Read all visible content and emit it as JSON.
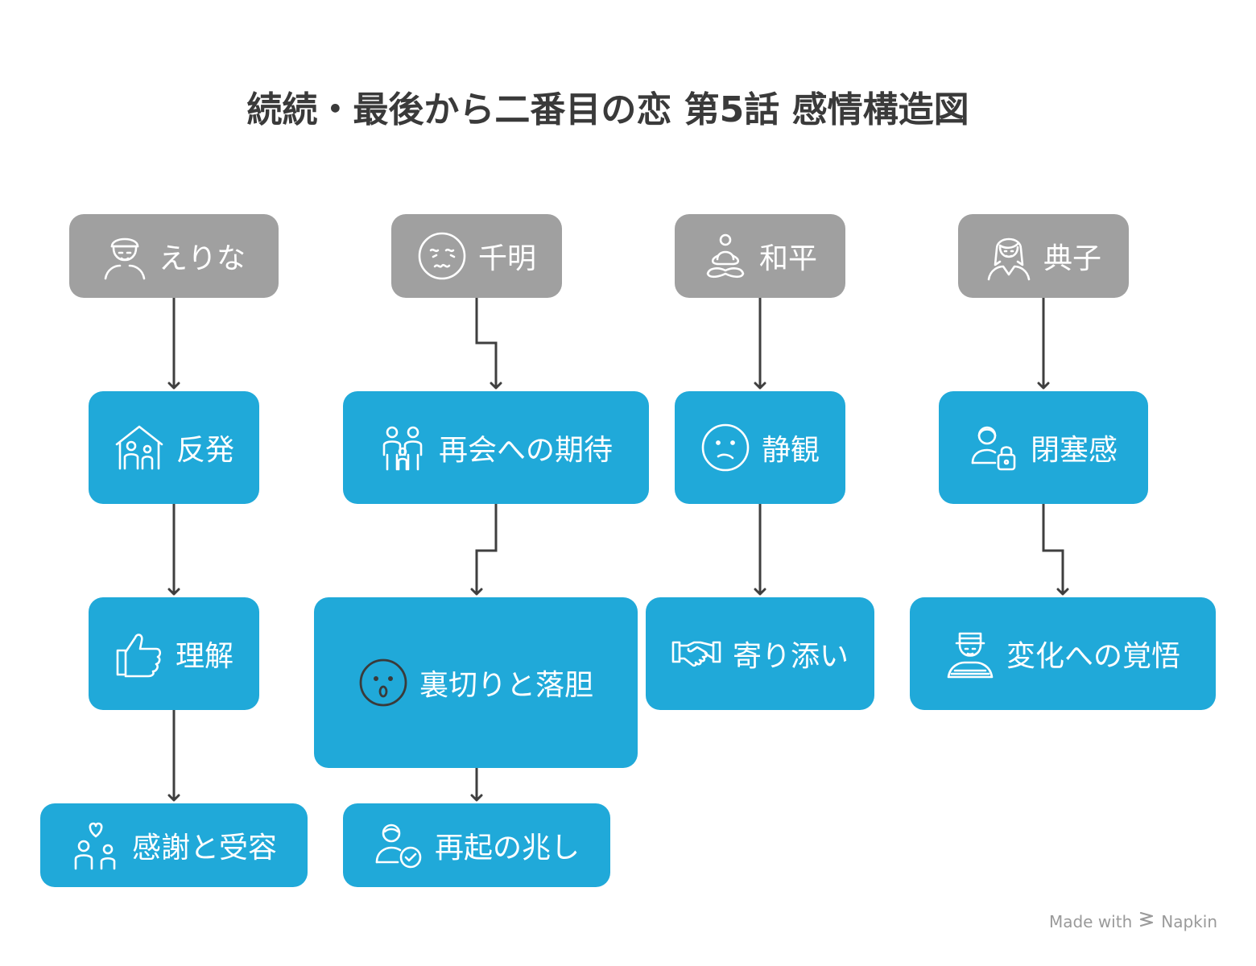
{
  "title": "続続・最後から二番目の恋 第5話 感情構造図",
  "columns": [
    {
      "character": {
        "label": "えりな",
        "icon": "bandana-face-icon"
      },
      "nodes": [
        {
          "label": "反発",
          "icon": "family-house-icon"
        },
        {
          "label": "理解",
          "icon": "thumbs-up-icon"
        },
        {
          "label": "感謝と受容",
          "icon": "heart-people-icon"
        }
      ]
    },
    {
      "character": {
        "label": "千明",
        "icon": "tired-face-icon"
      },
      "nodes": [
        {
          "label": "再会への期待",
          "icon": "people-group-icon"
        },
        {
          "label": "裏切りと落胆",
          "icon": "shocked-face-icon"
        },
        {
          "label": "再起の兆し",
          "icon": "user-check-icon"
        }
      ]
    },
    {
      "character": {
        "label": "和平",
        "icon": "meditation-icon"
      },
      "nodes": [
        {
          "label": "静観",
          "icon": "confused-face-icon"
        },
        {
          "label": "寄り添い",
          "icon": "handshake-icon"
        }
      ]
    },
    {
      "character": {
        "label": "典子",
        "icon": "woman-long-hair-icon"
      },
      "nodes": [
        {
          "label": "閉塞感",
          "icon": "user-lock-icon"
        },
        {
          "label": "変化への覚悟",
          "icon": "person-hat-icon"
        }
      ]
    }
  ],
  "footer": {
    "text": "Made with",
    "brand": "Napkin"
  },
  "colors": {
    "character_box": "#a0a0a0",
    "emotion_box": "#20a9d9",
    "arrow": "#3f3f3f",
    "title": "#3a3a3a"
  }
}
